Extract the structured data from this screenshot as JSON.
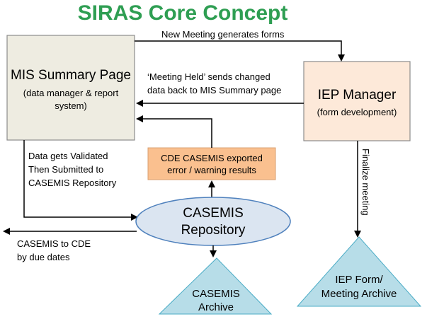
{
  "title": "SIRAS Core Concept",
  "colors": {
    "title": "#2e9e52",
    "mis_box_fill": "#eeece1",
    "iep_box_fill": "#fde9d9",
    "result_box_fill": "#fac08f",
    "ellipse_fill": "#dbe5f1",
    "triangle_fill": "#b7dde8",
    "line": "#000000"
  },
  "nodes": {
    "mis": {
      "title": "MIS Summary Page",
      "sub_line1": "(data manager & report",
      "sub_line2": "system)"
    },
    "iep": {
      "title": "IEP Manager",
      "sub": "(form development)"
    },
    "cde_results": {
      "line1": "CDE CASEMIS exported",
      "line2": "error / warning results"
    },
    "repository": {
      "line1": "CASEMIS",
      "line2": "Repository"
    },
    "casemis_archive": {
      "line1": "CASEMIS",
      "line2": "Archive"
    },
    "iep_archive": {
      "line1": "IEP Form/",
      "line2": "Meeting Archive"
    }
  },
  "edges": {
    "new_meeting": "New Meeting generates forms",
    "meeting_held_line1": "‘Meeting Held’ sends changed",
    "meeting_held_line2": "data back to MIS Summary page",
    "validated_line1": "Data gets Validated",
    "validated_line2": "Then Submitted to",
    "validated_line3": "CASEMIS Repository",
    "to_cde_line1": "CASEMIS to CDE",
    "to_cde_line2": "by due dates",
    "finalize": "Finalize meeting"
  }
}
